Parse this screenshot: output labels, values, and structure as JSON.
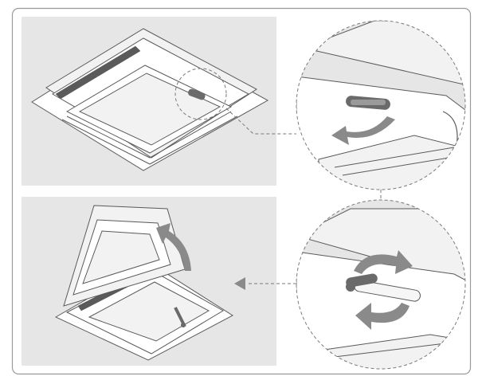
{
  "colors": {
    "frame_border": "#9a9a9a",
    "panel_bg": "#e6e6e6",
    "part_fill": "#ffffff",
    "part_stroke": "#5a5a5a",
    "glass": "#f2f2f2",
    "arrow_fill": "#8a8a8a",
    "dashed_line": "#7a7a7a",
    "handle": "#6a6a6a"
  },
  "panels": [
    {
      "name": "closed-roof-vent-view"
    },
    {
      "name": "opened-roof-vent-view"
    }
  ],
  "details": [
    {
      "name": "handle-rotation-detail-top"
    },
    {
      "name": "handle-rotation-detail-bottom"
    }
  ],
  "icons": [
    "rotate-arrow-icon",
    "open-lid-arrow-icon",
    "pointer-arrow-icon"
  ]
}
